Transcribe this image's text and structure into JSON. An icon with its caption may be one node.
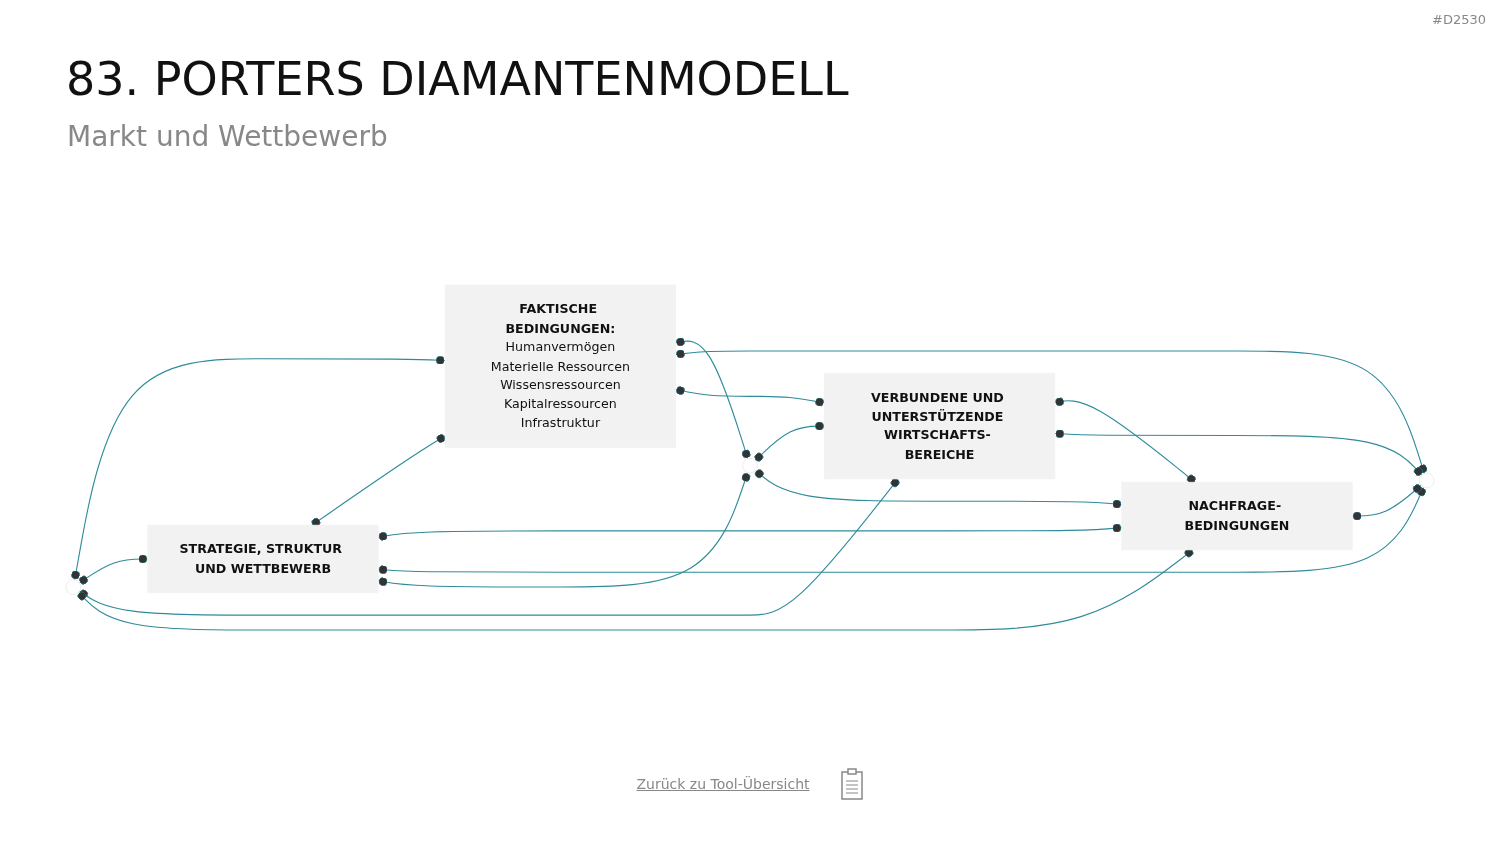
{
  "diagram": {
    "title": "83. PORTERS DIAMANTENMODELL",
    "nodes": [
      {
        "text": [
          "STRATEGIE, STRUKTUR UND WETTBEWERB"
        ]
      },
      {
        "text": [
          "FAKTISCHE BEDINGUNGEN:",
          "Humanvermögen",
          "Materielle Ressourcen",
          "Wissensressourcen",
          "Kapitalressourcen",
          "Infrastruktur"
        ]
      },
      {
        "text": [
          "NACHFRAGE- BEDINGUNGEN"
        ]
      },
      {
        "text": [
          "VERBUNDENE UND UNTERSTÜTZENDE WIRTSCHAFTS- BEREICHE"
        ]
      },
      {
        "text": [],
        "shape": "circle"
      },
      {
        "text": [],
        "shape": "circle"
      },
      {
        "text": [],
        "shape": "circle"
      }
    ],
    "edges": [
      {
        "from": 4,
        "to": 1,
        "arrow": "other"
      },
      {
        "from": 4,
        "to": 0,
        "arrow": "other"
      },
      {
        "from": 4,
        "to": 3,
        "arrow": "other"
      },
      {
        "from": 4,
        "to": 2,
        "arrow": "other"
      },
      {
        "from": 0,
        "to": 1,
        "arrow": "other"
      },
      {
        "from": 0,
        "to": 2,
        "arrow": "other"
      },
      {
        "from": 0,
        "to": 6,
        "arrow": "other"
      },
      {
        "from": 0,
        "to": 5,
        "arrow": "other"
      },
      {
        "from": 5,
        "to": 3,
        "arrow": "other"
      },
      {
        "from": 1,
        "to": 5,
        "arrow": "other"
      },
      {
        "from": 5,
        "to": 2,
        "arrow": "other"
      },
      {
        "from": 1,
        "to": 6,
        "arrow": "other"
      },
      {
        "from": 1,
        "to": 3,
        "arrow": "other"
      },
      {
        "from": 3,
        "to": 2,
        "arrow": "other"
      },
      {
        "from": 3,
        "to": 6,
        "arrow": "other"
      },
      {
        "from": 2,
        "to": 6,
        "arrow": "other"
      }
    ],
    "labels": [
      "#D2530",
      "Markt und Wettbewerb",
      "Zurück zu Tool-Übersicht"
    ]
  }
}
